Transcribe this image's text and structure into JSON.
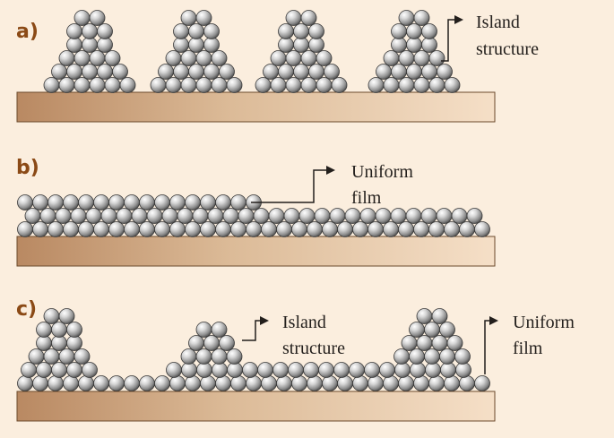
{
  "panels": [
    {
      "label": "a)",
      "callouts": [
        {
          "line1": "Island",
          "line2": "structure"
        }
      ]
    },
    {
      "label": "b)",
      "callouts": [
        {
          "line1": "Uniform",
          "line2": "film"
        }
      ]
    },
    {
      "label": "c)",
      "callouts": [
        {
          "line1": "Island",
          "line2": "structure"
        },
        {
          "line1": "Uniform",
          "line2": "film"
        }
      ]
    }
  ],
  "colors": {
    "background": "#fbeede",
    "substrate_dark": "#b98962",
    "substrate_light": "#f5dfc7",
    "atom_highlight": "#ffffff",
    "atom_shadow": "#4a4a4a",
    "label_color": "#8b4a16"
  }
}
